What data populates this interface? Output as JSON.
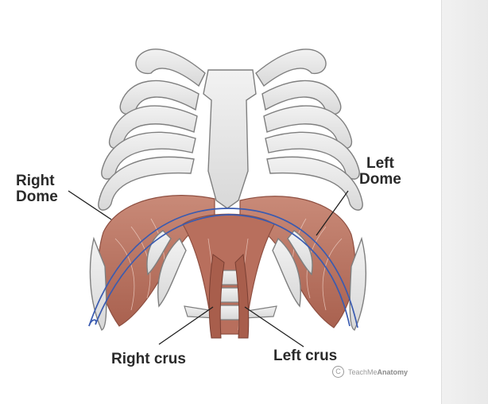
{
  "labels": {
    "right_dome": [
      "Right",
      "Dome"
    ],
    "left_dome": [
      "Left",
      "Dome"
    ],
    "right_crus": "Right crus",
    "left_crus": "Left crus"
  },
  "credit": {
    "symbol": "C",
    "prefix": "TeachMe",
    "brand": "Anatomy"
  },
  "colors": {
    "bone": "#e9e9e9",
    "bone_outline": "#7f7f7f",
    "muscle": "#c07e6c",
    "muscle_dark": "#8e4f41",
    "outline_line": "#3a5bb0",
    "sidebar": "#eeeeee"
  }
}
